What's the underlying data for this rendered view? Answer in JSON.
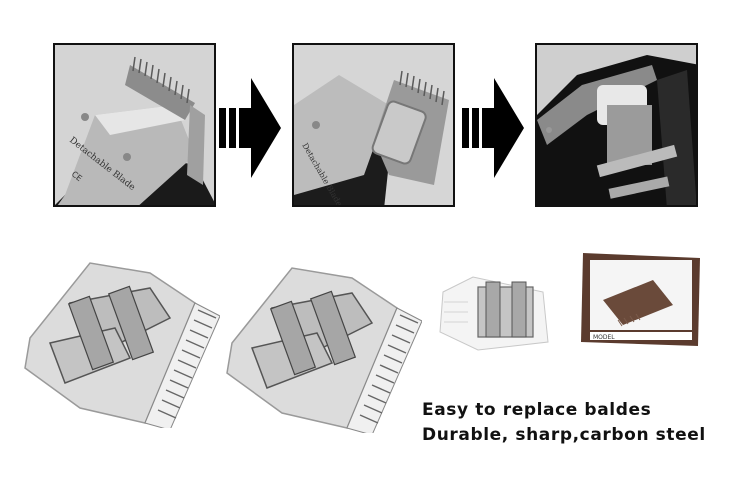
{
  "panels": [
    {
      "blade_text_1": "Detachable Blade",
      "blade_text_2": "CE"
    },
    {
      "blade_text_1": "Detachable Blade"
    },
    {}
  ],
  "box": {
    "label": "MODEL"
  },
  "caption": {
    "line1": "Easy to replace baldes",
    "line2": "Durable, sharp,carbon steel"
  }
}
